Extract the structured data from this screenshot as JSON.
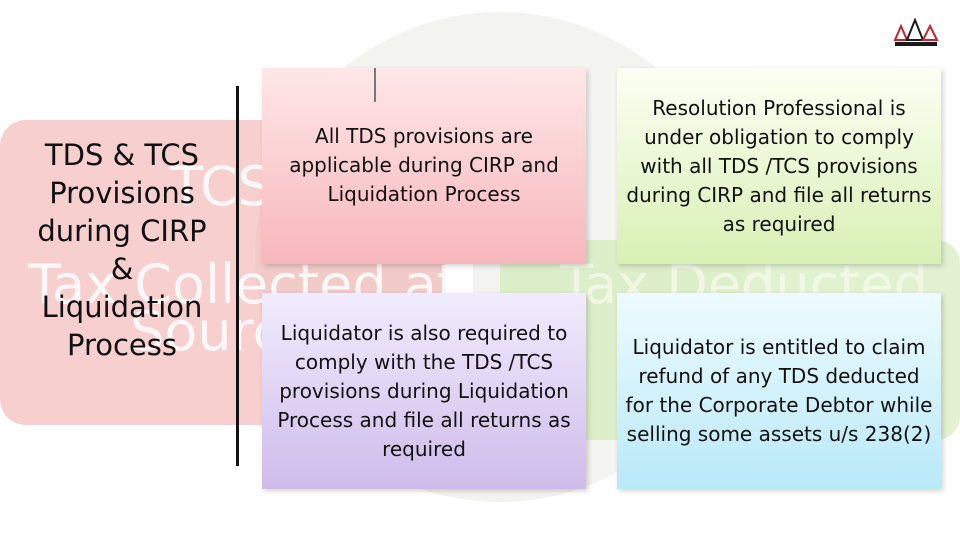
{
  "background": {
    "word_1": "TCS",
    "word_2": "Tax Collected at",
    "word_3": "Source",
    "word_4": "Tax Deducted"
  },
  "title": "TDS & TCS\nProvisions\nduring CIRP\n&\nLiquidation\nProcess",
  "cards": [
    {
      "text": "All TDS provisions are applicable during CIRP and Liquidation Process",
      "color": "#f7b7bc"
    },
    {
      "text": "Resolution Professional is under obligation to comply with all TDS /TCS provisions during CIRP and file all returns as required",
      "color": "#d8f0b4"
    },
    {
      "text": "Liquidator is also required to comply with the TDS /TCS provisions during Liquidation Process and file all returns as required",
      "color": "#cfbceb"
    },
    {
      "text": "Liquidator is entitled to claim refund of any TDS deducted for the Corporate Debtor while selling some assets u/s 238(2)",
      "color": "#b9e9f8"
    }
  ],
  "logo": {
    "icon": "logo-icon",
    "accent": "#c0272d"
  }
}
